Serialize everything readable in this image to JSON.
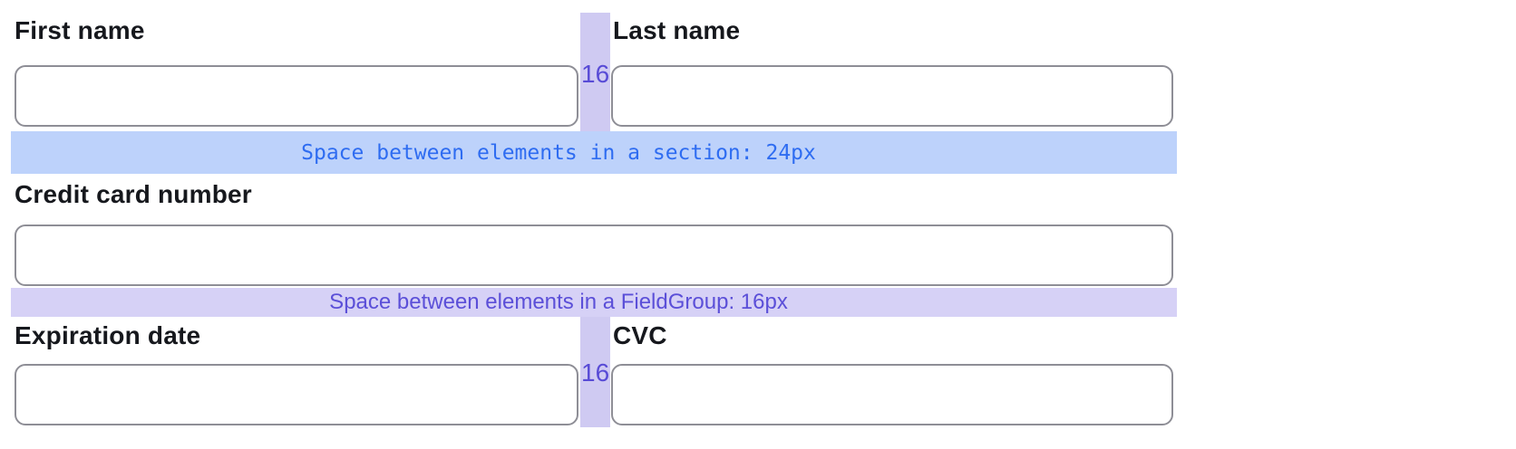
{
  "labels": {
    "first_name": "First name",
    "last_name": "Last name",
    "credit_card": "Credit card number",
    "expiration": "Expiration date",
    "cvc": "CVC"
  },
  "inputs": {
    "first_name": {
      "value": ""
    },
    "last_name": {
      "value": ""
    },
    "credit_card": {
      "value": ""
    },
    "expiration": {
      "value": ""
    },
    "cvc": {
      "value": ""
    }
  },
  "annotations": {
    "section_band": "Space between elements in a section: 24px",
    "fieldgroup_band": "Space between elements in a FieldGroup: 16px",
    "gap_row1": "16",
    "gap_row3": "16"
  },
  "colors": {
    "section_band_bg": "#bdd2fb",
    "section_band_text": "#2e6cf1",
    "fieldgroup_band_bg": "#d6d1f6",
    "fieldgroup_band_text": "#5b4fd8",
    "gap_strip_bg": "#cfcaf2",
    "gap_label_text": "#584bd6",
    "input_border": "#8e8e96",
    "label_text": "#16181d"
  }
}
